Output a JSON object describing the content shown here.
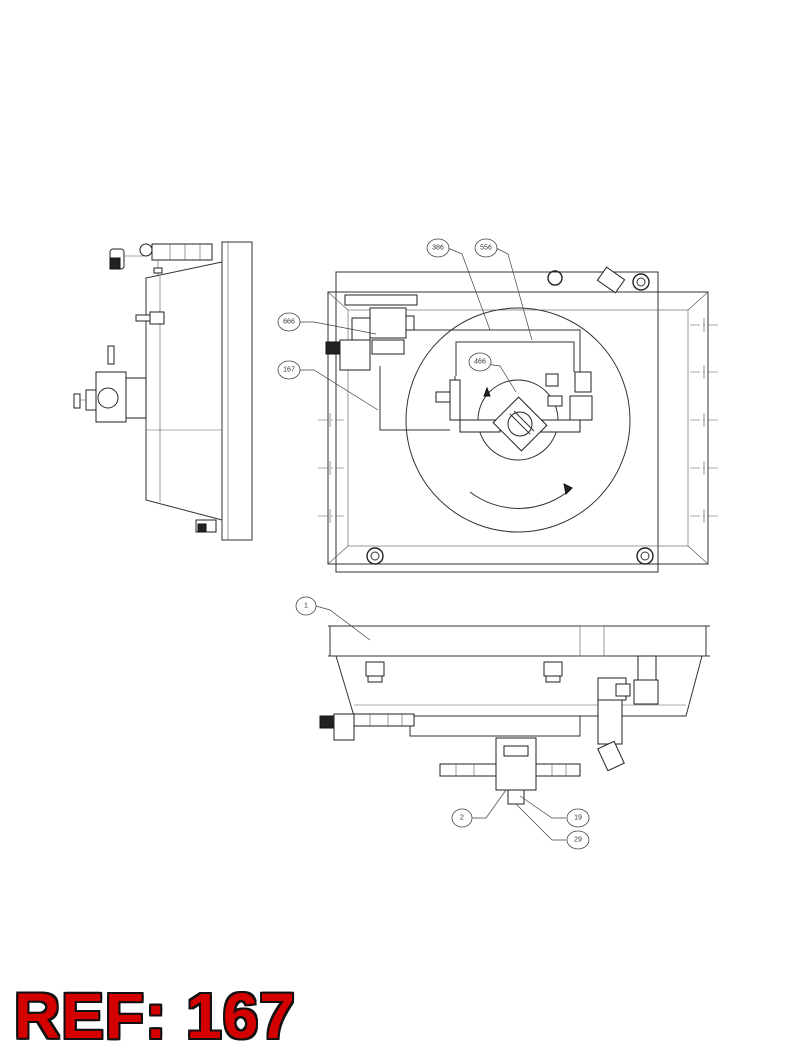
{
  "ref_label": "REF: 167",
  "callouts": [
    {
      "id": "1",
      "text": "1"
    },
    {
      "id": "2",
      "text": "2"
    },
    {
      "id": "19",
      "text": "19"
    },
    {
      "id": "29",
      "text": "29"
    },
    {
      "id": "167",
      "text": "167"
    },
    {
      "id": "386",
      "text": "386"
    },
    {
      "id": "466",
      "text": "466"
    },
    {
      "id": "556",
      "text": "556"
    },
    {
      "id": "666",
      "text": "666"
    }
  ],
  "colors": {
    "ref_text": "#d40000",
    "ref_outline": "#111111",
    "line": "#333333",
    "background": "#ffffff"
  }
}
